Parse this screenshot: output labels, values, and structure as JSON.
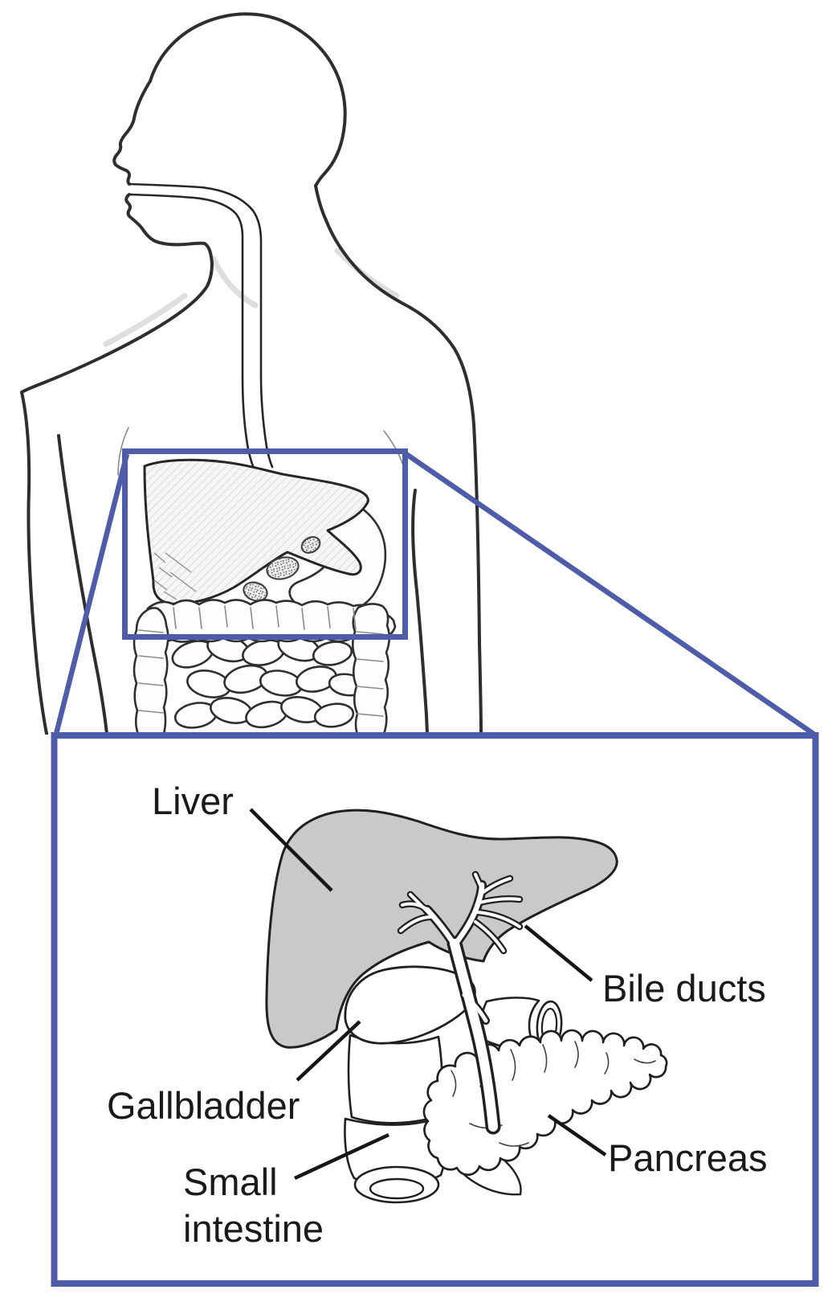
{
  "diagram": {
    "type": "medical-anatomy-illustration",
    "inset": {
      "labels": {
        "liver": "Liver",
        "bile_ducts": "Bile ducts",
        "gallbladder": "Gallbladder",
        "small_intestine_line1": "Small",
        "small_intestine_line2": "intestine",
        "pancreas": "Pancreas"
      }
    },
    "colors": {
      "callout_blue": "#4e5caa",
      "liver_gray": "#c9c9c9",
      "ink": "#1a1a1a"
    }
  }
}
